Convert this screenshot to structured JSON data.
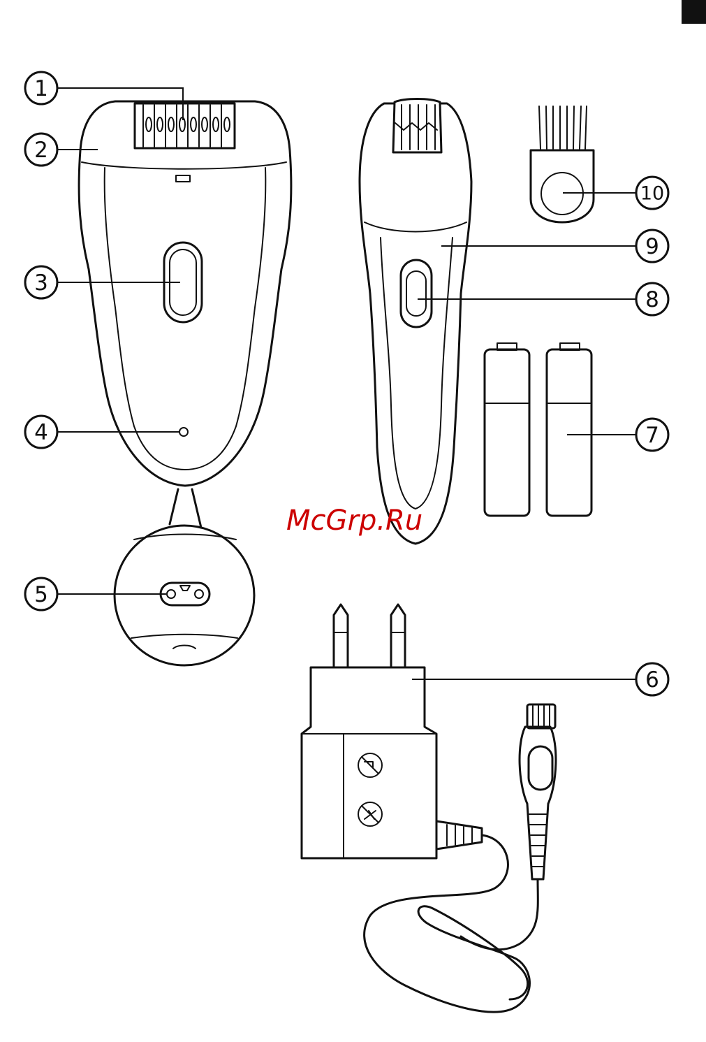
{
  "callouts": {
    "c1": "1",
    "c2": "2",
    "c3": "3",
    "c4": "4",
    "c5": "5",
    "c6": "6",
    "c7": "7",
    "c8": "8",
    "c9": "9",
    "c10": "10"
  },
  "watermark": "McGrp.Ru",
  "colors": {
    "line": "#111111",
    "watermark": "#cc0000",
    "background": "#ffffff"
  }
}
